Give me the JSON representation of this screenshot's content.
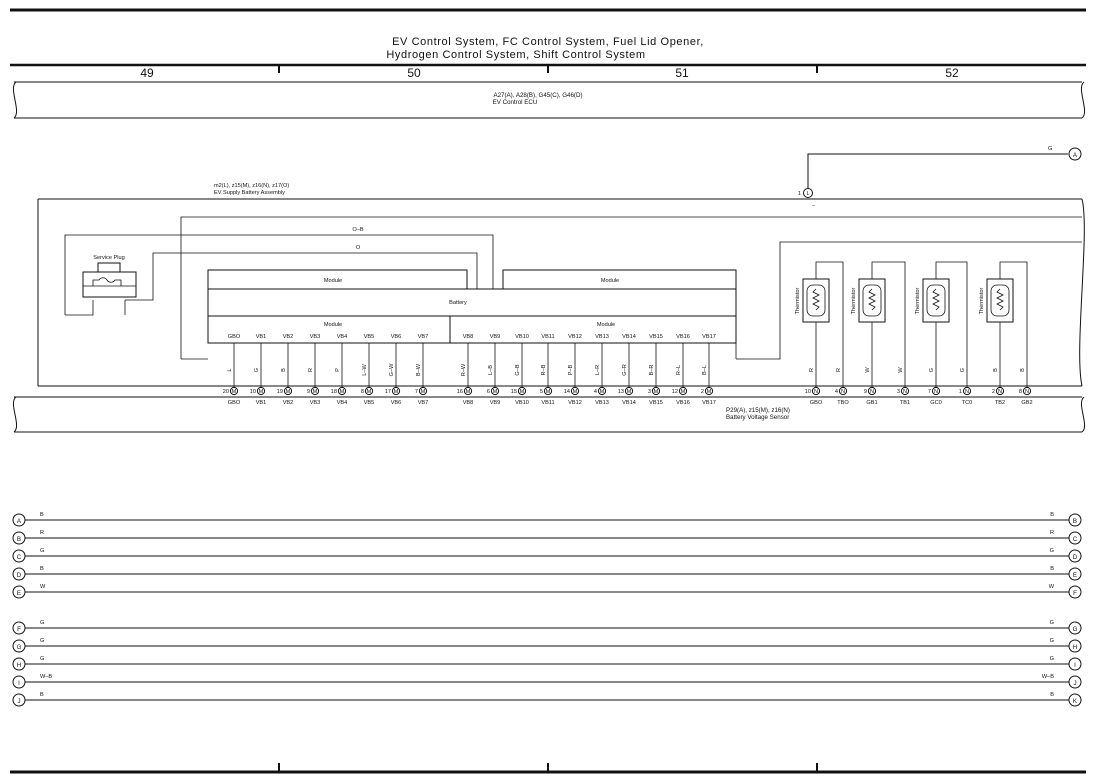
{
  "title": {
    "line1": "EV Control System,  FC Control System,  Fuel Lid Opener,",
    "line2": "Hydrogen Control System,  Shift Control System"
  },
  "pages": [
    "49",
    "50",
    "51",
    "52"
  ],
  "ecu": {
    "connectors": "A27(A), A28(B), G45(C), G46(D)",
    "name": "EV Control ECU"
  },
  "battery_assembly": {
    "connectors": "m2(L), z15(M), z16(N), z17(O)",
    "name": "EV Supply Battery Assembly",
    "top_pin": "1",
    "top_pin_conn": "L",
    "top_wire": "G",
    "top_terminal": "–"
  },
  "service_plug": {
    "label": "Service Plug",
    "wire_upper": "O–B",
    "wire_lower": "O"
  },
  "modules": {
    "module_label": "Module",
    "battery_label": "Battery"
  },
  "sensor": {
    "connectors": "P29(A), z15(M), z16(N)",
    "name": "Battery Voltage Sensor"
  },
  "terminals_main": [
    {
      "name": "GBO",
      "pin": "20",
      "conn": "M",
      "color": "L"
    },
    {
      "name": "VB1",
      "pin": "10",
      "conn": "M",
      "color": "G"
    },
    {
      "name": "VB2",
      "pin": "19",
      "conn": "M",
      "color": "B"
    },
    {
      "name": "VB3",
      "pin": "9",
      "conn": "M",
      "color": "R"
    },
    {
      "name": "VB4",
      "pin": "18",
      "conn": "M",
      "color": "P"
    },
    {
      "name": "VB5",
      "pin": "8",
      "conn": "M",
      "color": "L–W"
    },
    {
      "name": "VB6",
      "pin": "17",
      "conn": "M",
      "color": "G–W"
    },
    {
      "name": "VB7",
      "pin": "7",
      "conn": "M",
      "color": "B–W"
    },
    {
      "name": "VB8",
      "pin": "16",
      "conn": "M",
      "color": "R–W"
    },
    {
      "name": "VB9",
      "pin": "6",
      "conn": "M",
      "color": "L–B"
    },
    {
      "name": "VB10",
      "pin": "15",
      "conn": "M",
      "color": "G–B"
    },
    {
      "name": "VB11",
      "pin": "5",
      "conn": "M",
      "color": "R–B"
    },
    {
      "name": "VB12",
      "pin": "14",
      "conn": "M",
      "color": "P–B"
    },
    {
      "name": "VB13",
      "pin": "4",
      "conn": "M",
      "color": "L–R"
    },
    {
      "name": "VB14",
      "pin": "13",
      "conn": "M",
      "color": "G–R"
    },
    {
      "name": "VB15",
      "pin": "3",
      "conn": "M",
      "color": "B–R"
    },
    {
      "name": "VB16",
      "pin": "12",
      "conn": "M",
      "color": "R–L"
    },
    {
      "name": "VB17",
      "pin": "2",
      "conn": "M",
      "color": "B–L"
    }
  ],
  "terminals_therm": [
    {
      "name": "GBO",
      "pin": "10",
      "conn": "N",
      "color": "R"
    },
    {
      "name": "TBO",
      "pin": "4",
      "conn": "N",
      "color": "R"
    },
    {
      "name": "GB1",
      "pin": "9",
      "conn": "N",
      "color": "W"
    },
    {
      "name": "TB1",
      "pin": "3",
      "conn": "N",
      "color": "W"
    },
    {
      "name": "GC0",
      "pin": "7",
      "conn": "N",
      "color": "G"
    },
    {
      "name": "TC0",
      "pin": "1",
      "conn": "N",
      "color": "G"
    },
    {
      "name": "TB2",
      "pin": "2",
      "conn": "N",
      "color": "B"
    },
    {
      "name": "GB2",
      "pin": "8",
      "conn": "N",
      "color": "B"
    }
  ],
  "thermistor_label": "Thermistor",
  "off_page_top": {
    "letter": "A",
    "wire": "G"
  },
  "connections_group1": [
    {
      "from": "A",
      "wire_left": "B",
      "wire_right": "B",
      "to": "B"
    },
    {
      "from": "B",
      "wire_left": "R",
      "wire_right": "R",
      "to": "C"
    },
    {
      "from": "C",
      "wire_left": "G",
      "wire_right": "G",
      "to": "D"
    },
    {
      "from": "D",
      "wire_left": "B",
      "wire_right": "B",
      "to": "E"
    },
    {
      "from": "E",
      "wire_left": "W",
      "wire_right": "W",
      "to": "F"
    }
  ],
  "connections_group2": [
    {
      "from": "F",
      "wire_left": "G",
      "wire_right": "G",
      "to": "G"
    },
    {
      "from": "G",
      "wire_left": "G",
      "wire_right": "G",
      "to": "H"
    },
    {
      "from": "H",
      "wire_left": "G",
      "wire_right": "G",
      "to": "I"
    },
    {
      "from": "I",
      "wire_left": "W–B",
      "wire_right": "W–B",
      "to": "J"
    },
    {
      "from": "J",
      "wire_left": "B",
      "wire_right": "B",
      "to": "K"
    }
  ]
}
